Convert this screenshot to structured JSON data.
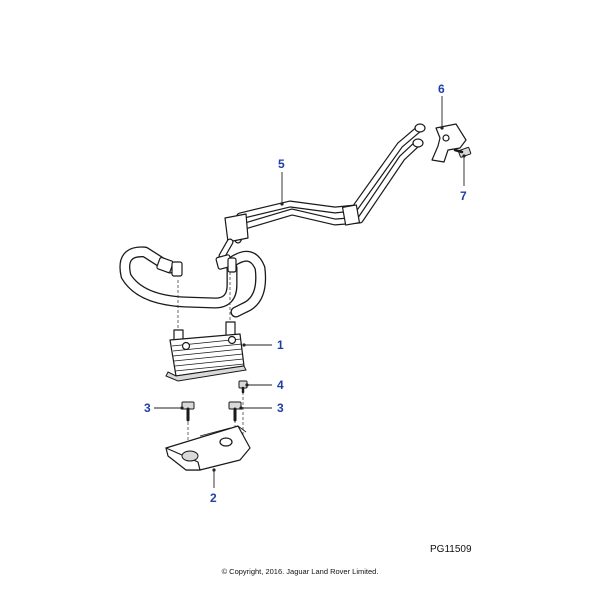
{
  "diagram": {
    "callouts": [
      {
        "label": "1"
      },
      {
        "label": "2"
      },
      {
        "label": "3"
      },
      {
        "label": "3"
      },
      {
        "label": "4"
      },
      {
        "label": "5"
      },
      {
        "label": "6"
      },
      {
        "label": "7"
      }
    ],
    "reference_code": "PG11509",
    "copyright": "© Copyright, 2016. Jaguar Land Rover Limited.",
    "colors": {
      "callout": "#1f3fa6",
      "line": "#1a1a1a"
    }
  }
}
